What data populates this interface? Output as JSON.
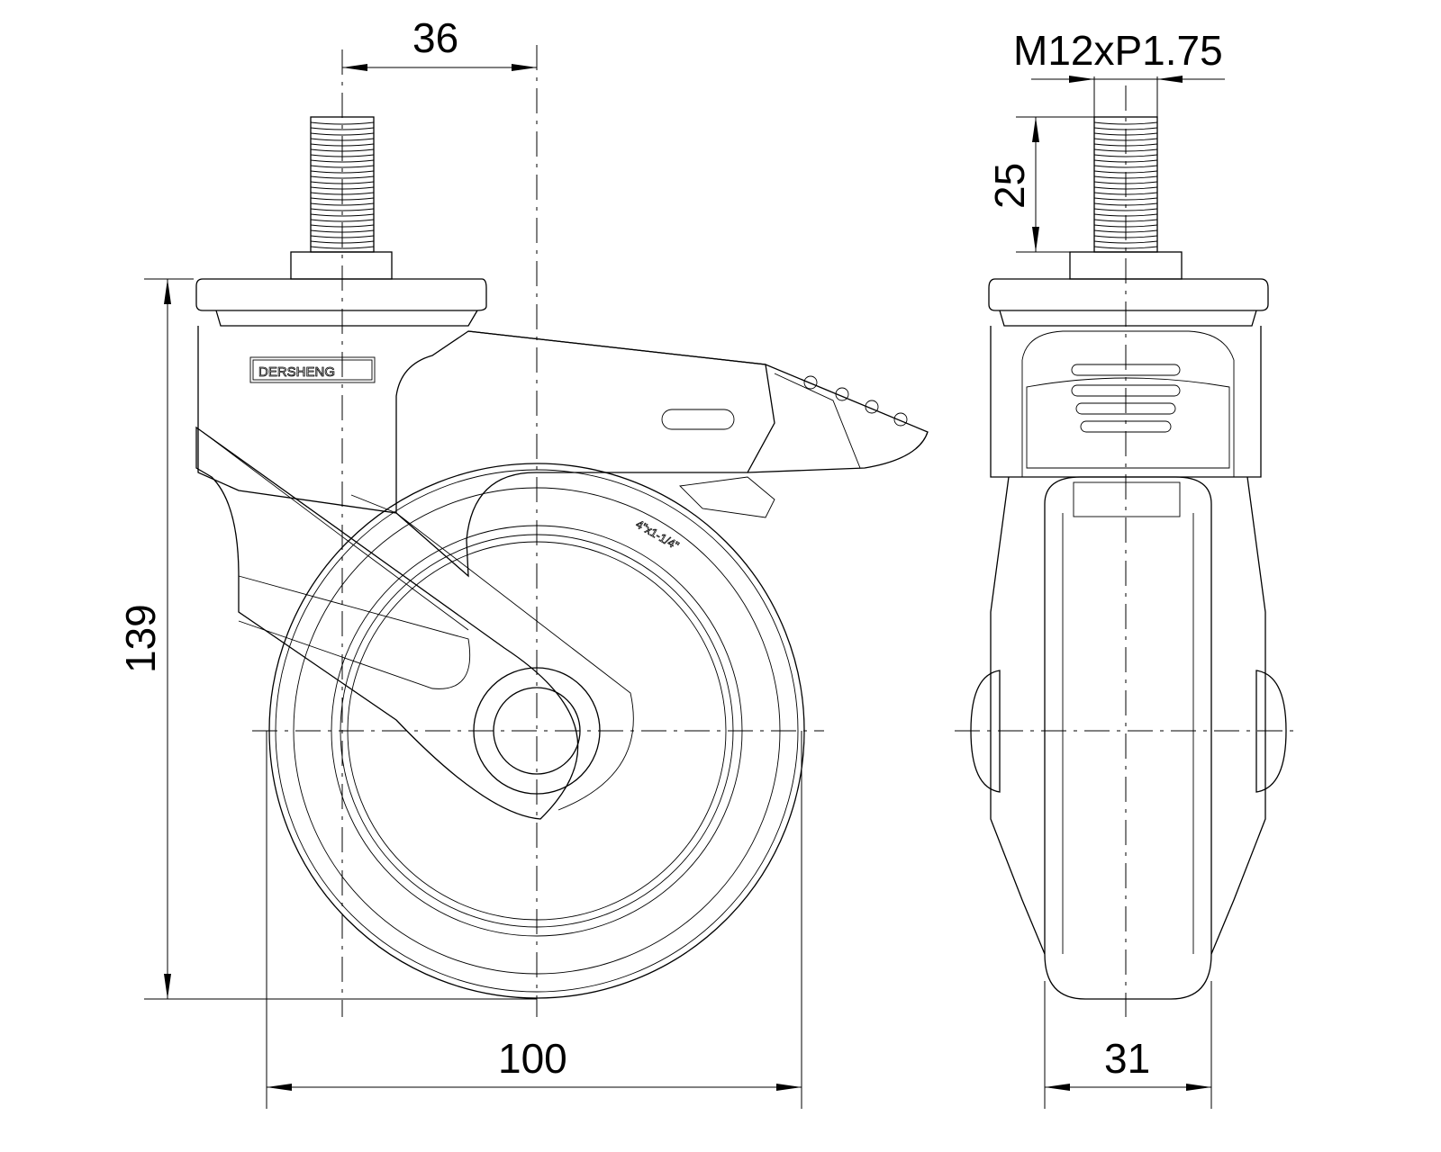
{
  "drawing": {
    "brand": "DERSHENG",
    "tire_marking": "4\"x1-1/4\"",
    "dimensions": {
      "stem_offset": "36",
      "wheel_diameter": "100",
      "overall_height": "139",
      "thread": "M12xP1.75",
      "stem_length": "25",
      "wheel_width": "31"
    }
  }
}
